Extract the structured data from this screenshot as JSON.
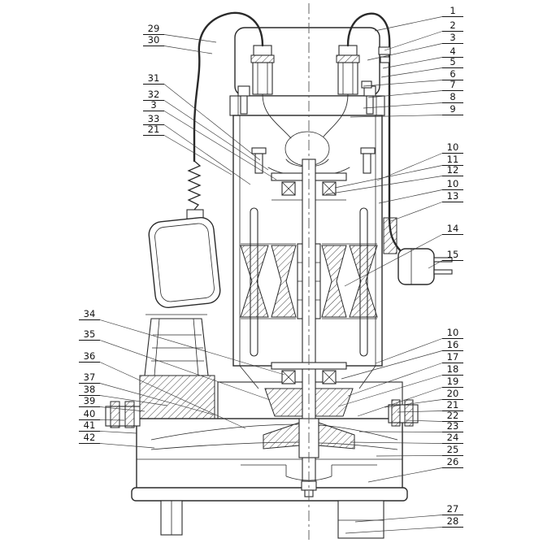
{
  "colors": {
    "background": "#ffffff",
    "line": "#2a2a2a"
  },
  "callouts": {
    "left": [
      "29",
      "30",
      "31",
      "32",
      "3",
      "33",
      "21",
      "34",
      "35",
      "36",
      "37",
      "38",
      "39",
      "40",
      "41",
      "42"
    ],
    "right": [
      "1",
      "2",
      "3",
      "4",
      "5",
      "6",
      "7",
      "8",
      "9",
      "10",
      "11",
      "12",
      "10",
      "13",
      "14",
      "15",
      "10",
      "16",
      "17",
      "18",
      "19",
      "20",
      "21",
      "22",
      "23",
      "24",
      "25",
      "26",
      "27",
      "28"
    ]
  }
}
